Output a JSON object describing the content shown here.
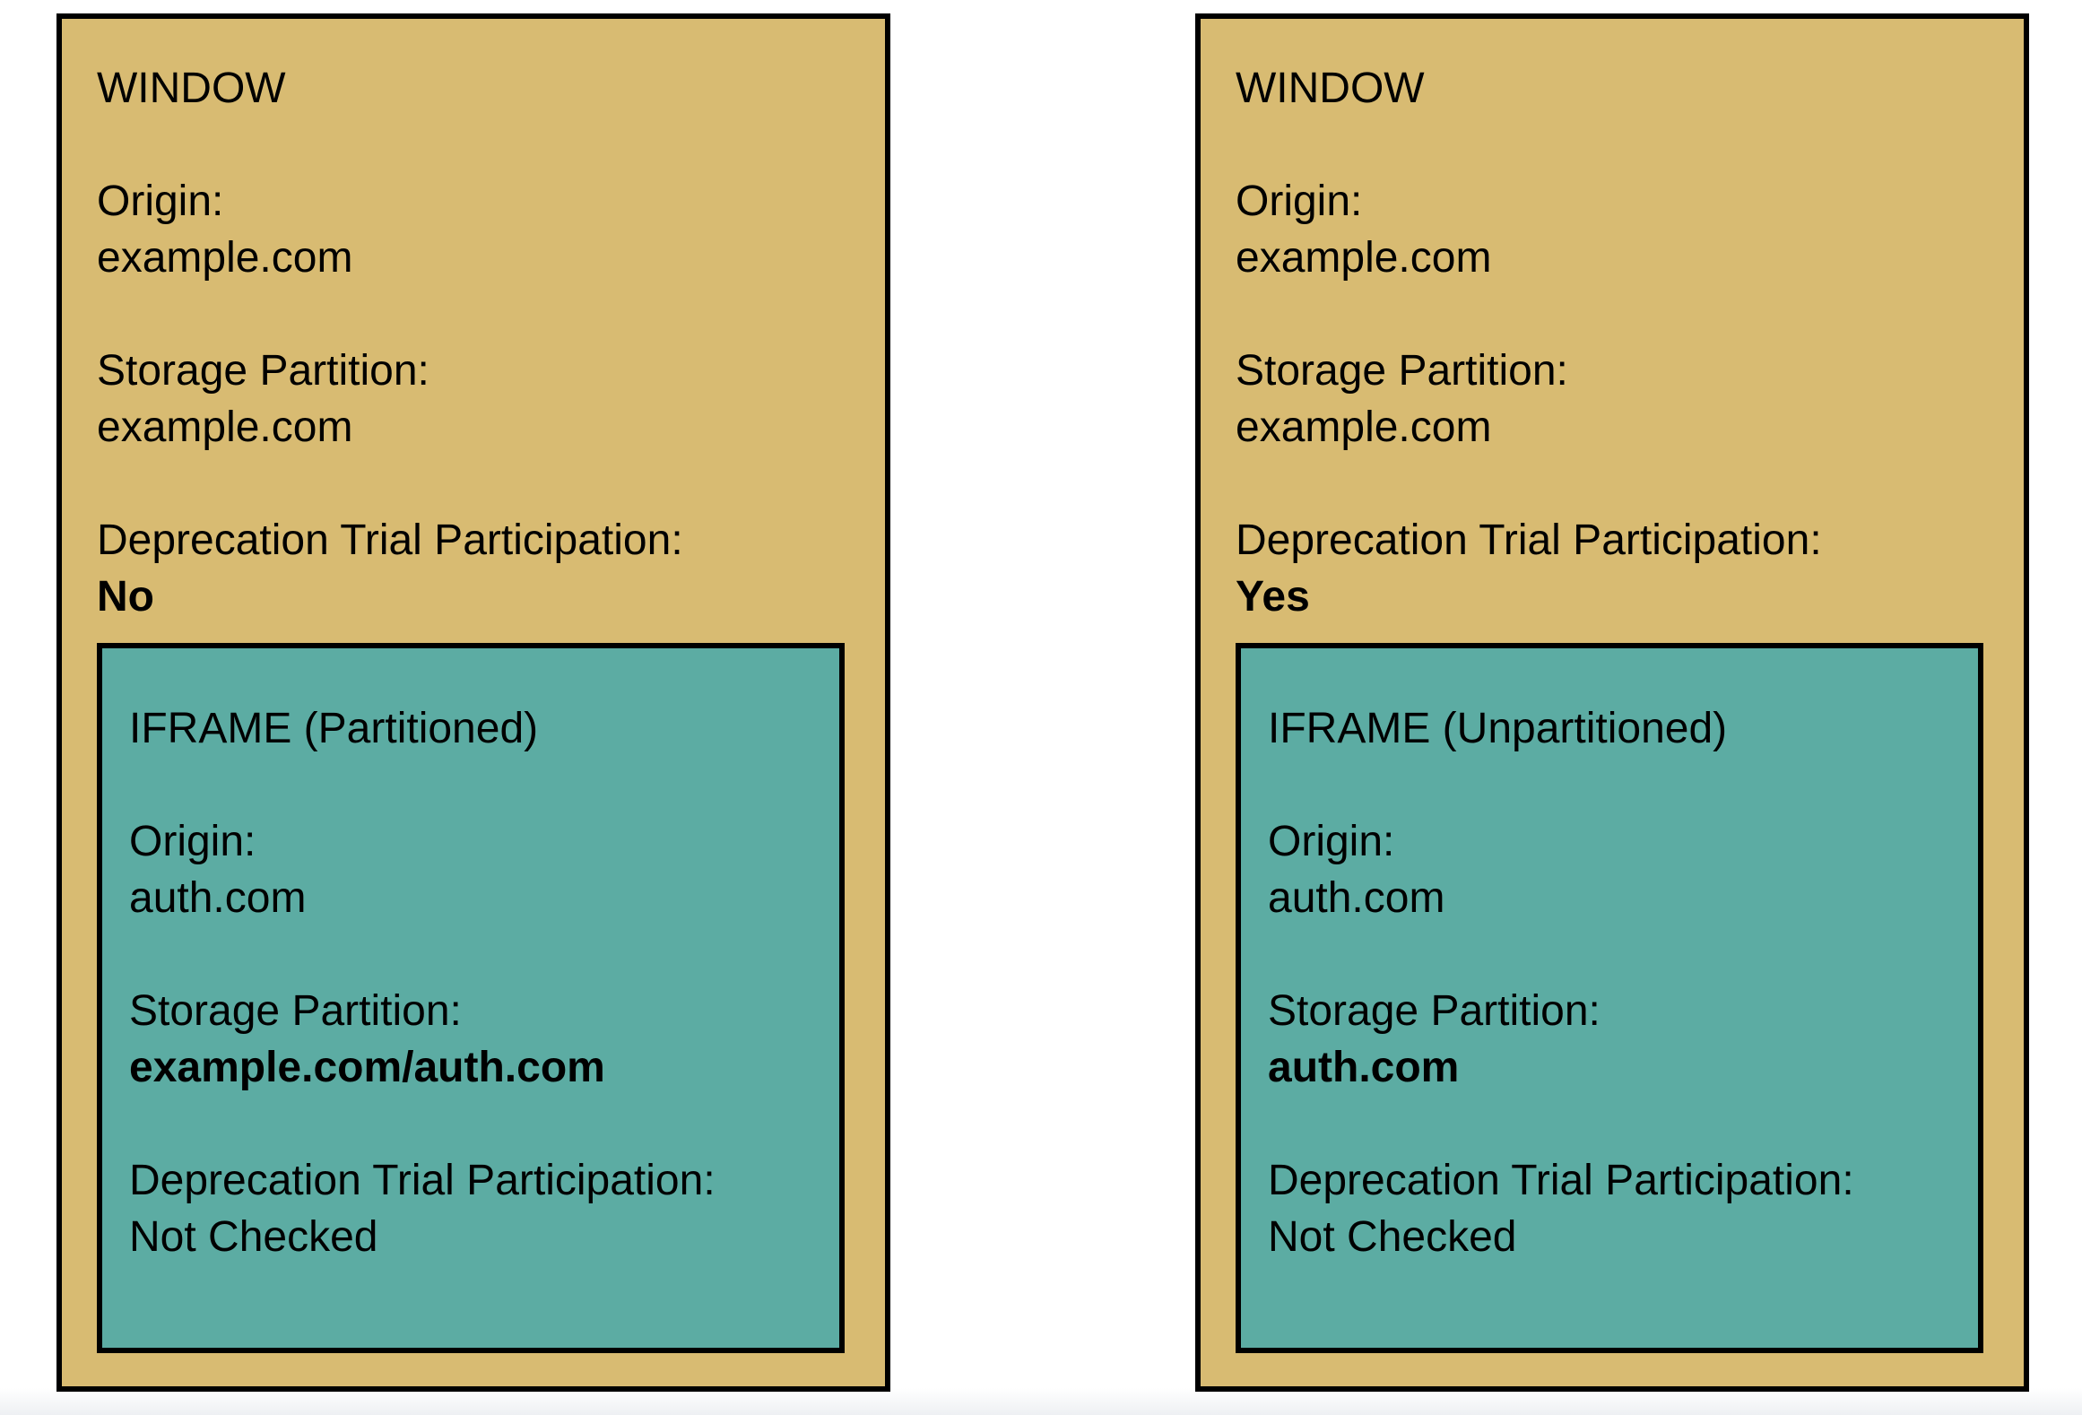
{
  "diagram": {
    "colors": {
      "window_bg": "#D8BB72",
      "iframe_bg": "#5CACA3",
      "border_color": "#000000"
    },
    "panels": [
      {
        "title": "WINDOW",
        "origin_label": "Origin:",
        "origin_value": "example.com",
        "storage_label": "Storage Partition:",
        "storage_value": "example.com",
        "trial_label": "Deprecation Trial Participation:",
        "trial_value": "No",
        "iframe": {
          "title": "IFRAME (Partitioned)",
          "origin_label": "Origin:",
          "origin_value": "auth.com",
          "storage_label": "Storage Partition:",
          "storage_value": "example.com/auth.com",
          "trial_label": "Deprecation Trial Participation:",
          "trial_value": "Not Checked"
        }
      },
      {
        "title": "WINDOW",
        "origin_label": "Origin:",
        "origin_value": "example.com",
        "storage_label": "Storage Partition:",
        "storage_value": "example.com",
        "trial_label": "Deprecation Trial Participation:",
        "trial_value": "Yes",
        "iframe": {
          "title": "IFRAME (Unpartitioned)",
          "origin_label": "Origin:",
          "origin_value": "auth.com",
          "storage_label": "Storage Partition:",
          "storage_value": "auth.com",
          "trial_label": "Deprecation Trial Participation:",
          "trial_value": "Not Checked"
        }
      }
    ]
  }
}
